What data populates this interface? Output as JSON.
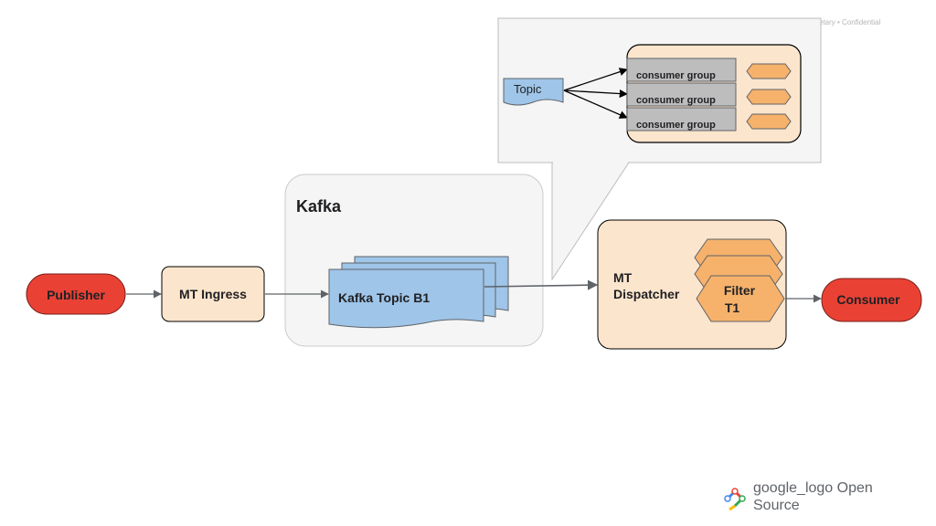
{
  "footer": {
    "confidential": "etary • Confidential"
  },
  "publisher": "Publisher",
  "ingress": "MT Ingress",
  "kafka": {
    "title": "Kafka",
    "topic": "Kafka Topic B1"
  },
  "dispatcher": {
    "line1": "MT",
    "line2": "Dispatcher",
    "filter_line1": "Filter",
    "filter_line2": "T1"
  },
  "consumer": "Consumer",
  "callout": {
    "topic": "Topic",
    "groups": [
      "consumer group",
      "consumer group",
      "consumer group"
    ]
  },
  "brand": {
    "text_line1": "google_logo Open",
    "text_line2": "Source"
  },
  "colors": {
    "red": "#e94235",
    "peach": "#fce5cd",
    "orange": "#f6b26b",
    "blue": "#9fc5e8",
    "gray_box": "#bdbdbd",
    "panel": "#f5f5f5",
    "arrow": "#5f6368"
  }
}
